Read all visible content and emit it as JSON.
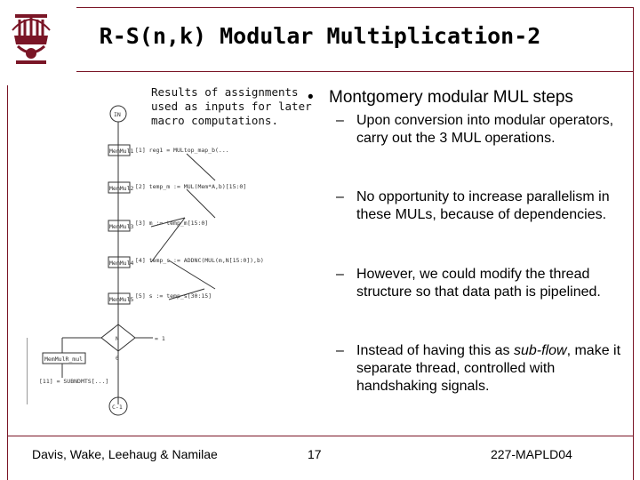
{
  "slide": {
    "title": "R-S(n,k) Modular Multiplication-2",
    "caption": "Results of assignments\nused as inputs for later\nmacro computations.",
    "bullet_marker": "•",
    "bullet": "Montgomery modular MUL steps",
    "sub_marker": "–",
    "sub_items": [
      "Upon conversion into modular operators, carry out the 3 MUL operations.",
      "No opportunity to increase parallelism in these MULs, because of dependencies.",
      "However, we could modify the thread structure so that data path is pipelined.",
      {
        "before": "Instead of having this as ",
        "italic": "sub-flow",
        "after": ", make it separate thread, controlled with handshaking signals."
      }
    ]
  },
  "footer": {
    "authors": "Davis, Wake, Leehaug & Namilae",
    "page": "17",
    "code": "227-MAPLD04"
  },
  "diagram": {
    "in_label": "IN",
    "nodes": [
      {
        "label": "MemMul1",
        "stmt": "[1] reg1 = MULtop_map_b(..."
      },
      {
        "label": "MemMul2",
        "stmt": "[2] temp_m := MUL(Mem*A,b)[15:0]"
      },
      {
        "label": "MemMul3",
        "stmt": "[3] m := temp_m[15:0]"
      },
      {
        "label": "MemMul4",
        "stmt": "[4] temp_s := ADDNC(MUL(m,N[15:0]),b)"
      },
      {
        "label": "MemMul5",
        "stmt": "[5] s := temp_s[30:15]"
      }
    ],
    "decision_label": "N",
    "decision_right": "= 1",
    "decision_zero": "0",
    "rem_box": "MemMulR_mul",
    "rem_stmt": "[11] = SUBNDMTS[...]",
    "end_label": "C-1"
  },
  "colors": {
    "accent": "#7a1526"
  }
}
